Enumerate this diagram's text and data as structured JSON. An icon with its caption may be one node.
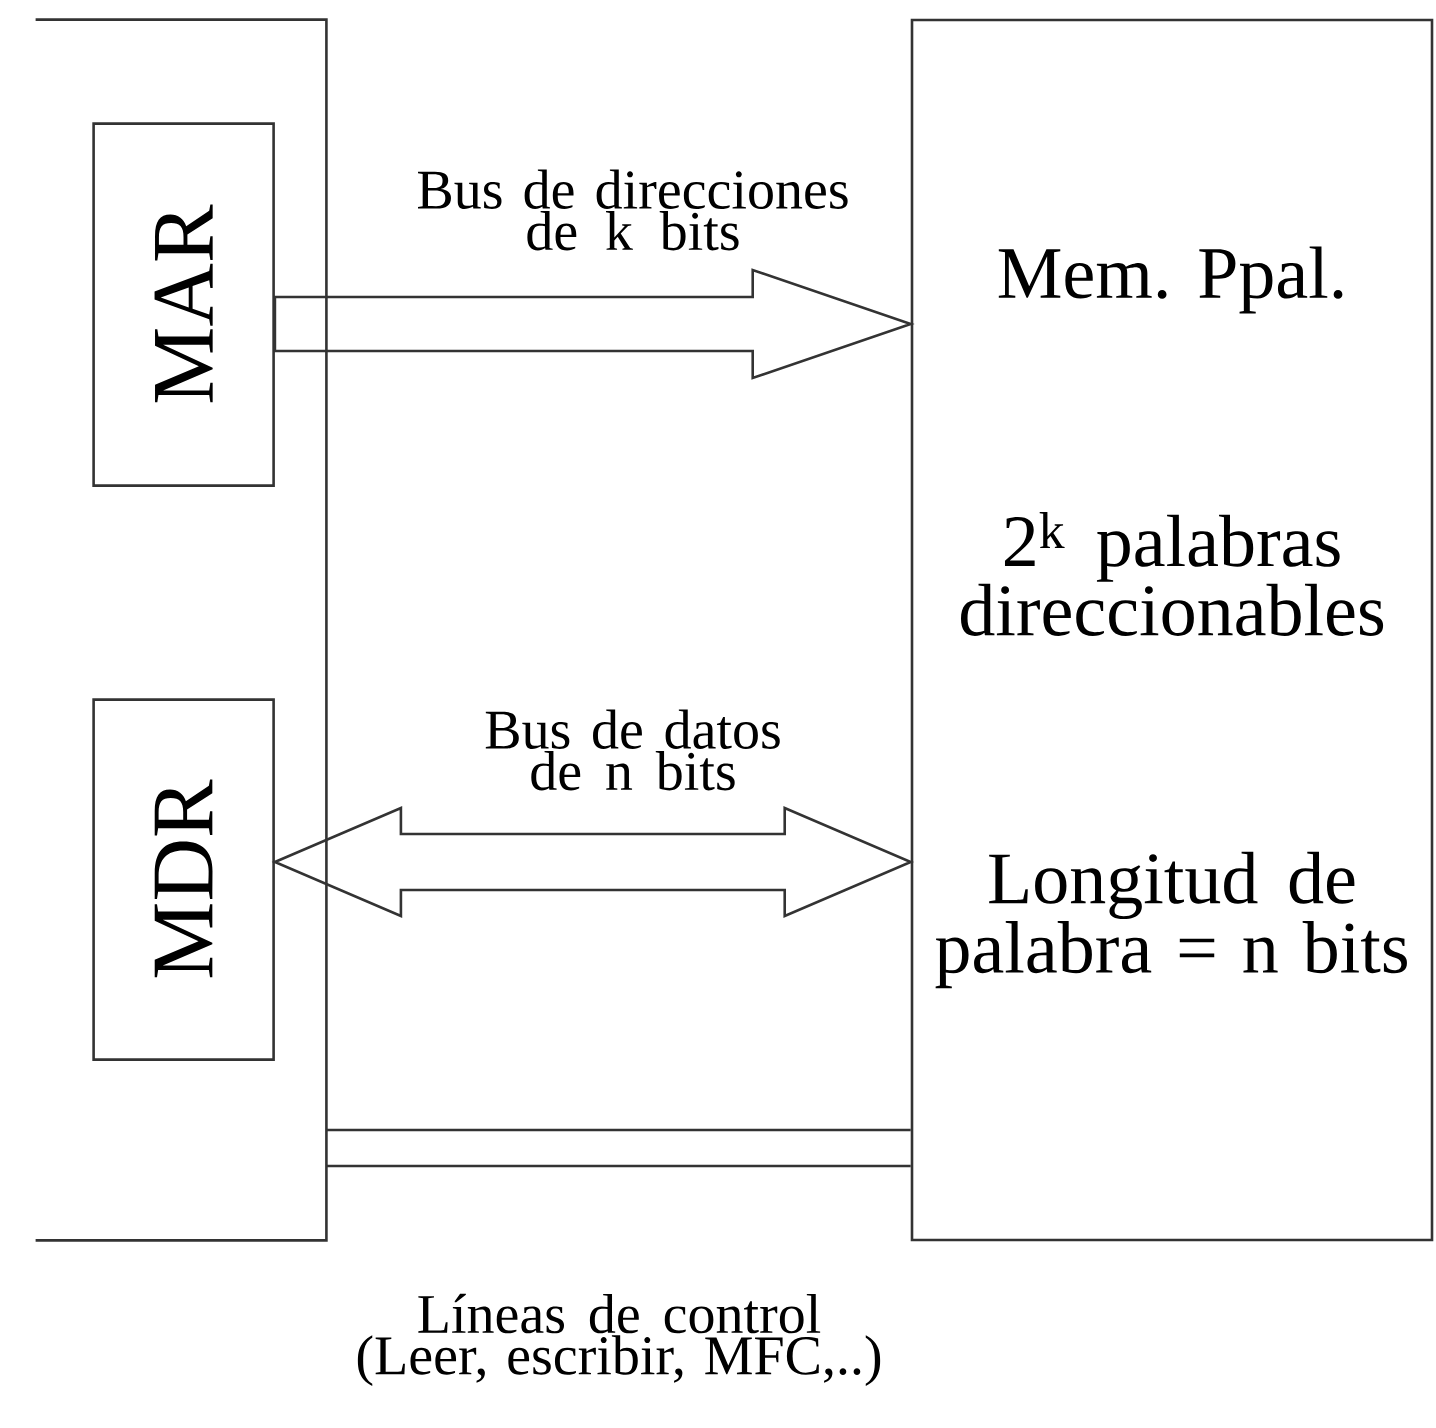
{
  "diagram": {
    "nodes": [
      {
        "text": [],
        "shape": "box"
      },
      {
        "text": [
          "MAR"
        ],
        "in": 0
      },
      {
        "text": [
          "MDR"
        ],
        "in": 0
      },
      {
        "text": [
          "Mem. Ppal.",
          "2$^{k}$ palabras direccionables",
          "Longitud de palabra = n bits"
        ]
      }
    ],
    "edges": [
      {
        "from": 1,
        "to": 3,
        "arrow": "to",
        "label": "Bus de direcciones de k bits"
      },
      {
        "from": 2,
        "to": 3,
        "arrow": "both",
        "label": "Bus de datos de n bits"
      },
      {
        "from": 0,
        "to": 3,
        "arrow": "none",
        "label": "Líneas de control (Leer, escribir, MFC,..)"
      }
    ]
  }
}
